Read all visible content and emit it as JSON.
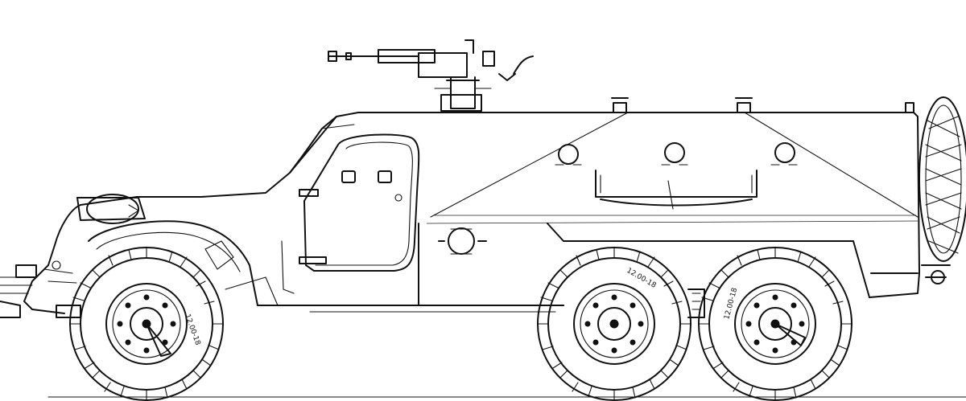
{
  "image": {
    "kind": "line drawing",
    "subject_icon": "armored-personnel-carrier-6x6",
    "colors": {
      "ink": "#111111",
      "paper": "#ffffff"
    }
  },
  "labels": {
    "front_tire_size": "12.00-18",
    "middle_tire_size": "12.00-18",
    "rear_tire_size": "12.00-18"
  }
}
